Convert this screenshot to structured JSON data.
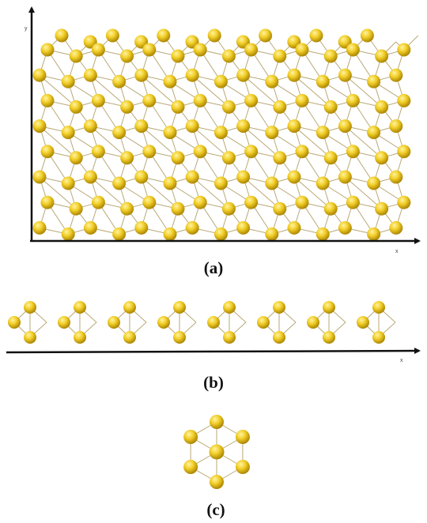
{
  "panels": {
    "a": {
      "label": "(a)",
      "x_axis_letter": "x",
      "y_axis_letter": "y"
    },
    "b": {
      "label": "(b)",
      "x_axis_letter": "x"
    },
    "c": {
      "label": "(c)"
    }
  },
  "colors": {
    "atom_light": "#fff3a0",
    "atom_mid": "#f2cf2a",
    "atom_dark": "#a88200",
    "bond": "#b9a977",
    "axis": "#111111"
  },
  "icons": {
    "atom": "yellow-sphere-atom",
    "bond": "thin-bond-line",
    "axis": "arrow-axis"
  }
}
